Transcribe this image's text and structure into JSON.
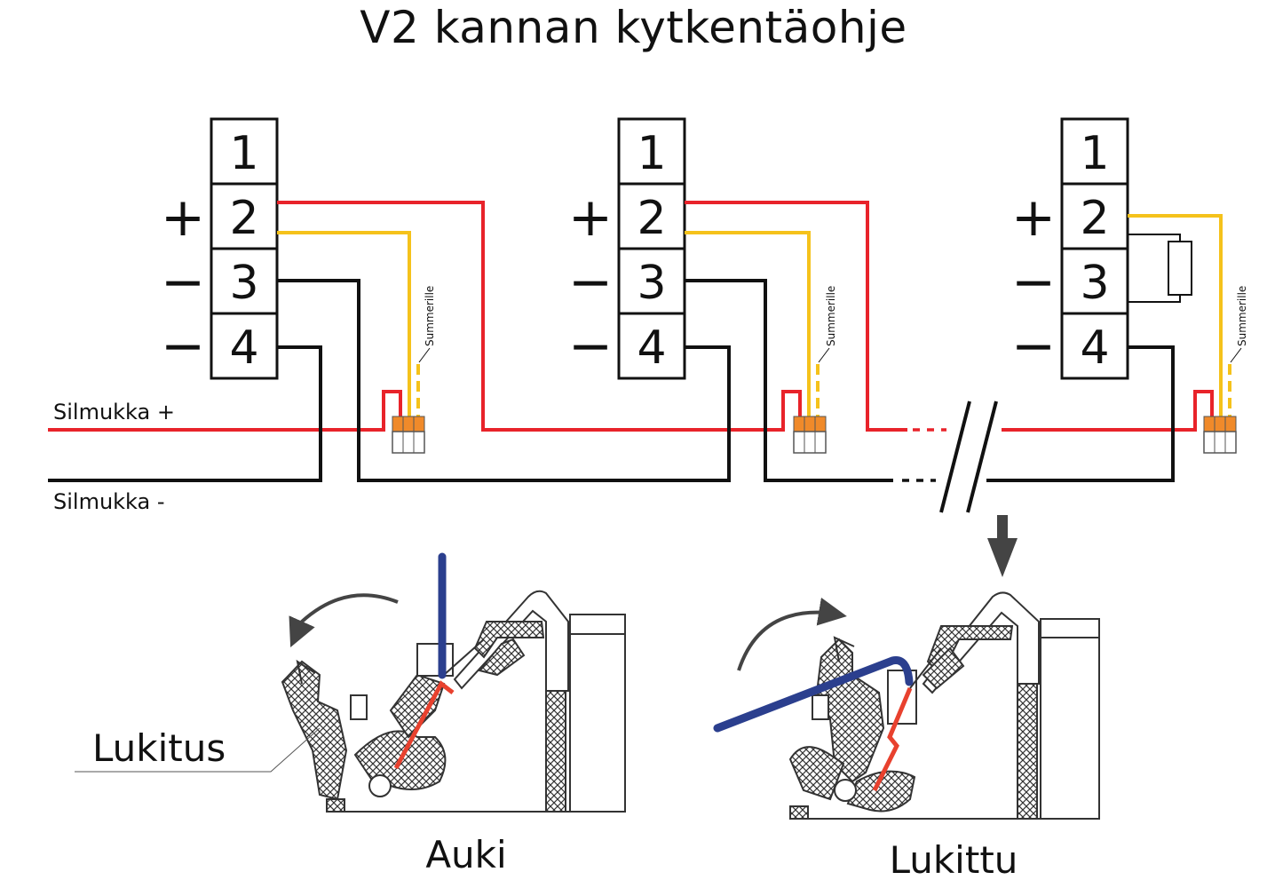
{
  "title": "V2 kannan kytkentäohje",
  "terminals": [
    "1",
    "2",
    "3",
    "4"
  ],
  "polarity": {
    "plus": "+",
    "minus": "−"
  },
  "loop": {
    "plus_label": "Silmukka +",
    "minus_label": "Silmukka -"
  },
  "buzzer_label": "Summerille",
  "dots": "...",
  "lock_label": "Lukitus",
  "state_open": "Auki",
  "state_locked": "Lukittu",
  "colors": {
    "positive_wire": "#e8232a",
    "buzzer_wire": "#f5c21b",
    "negative_wire": "#111111",
    "connector": "#f08a2a",
    "lever": "#2b3f8e",
    "spring": "#e8412e"
  }
}
